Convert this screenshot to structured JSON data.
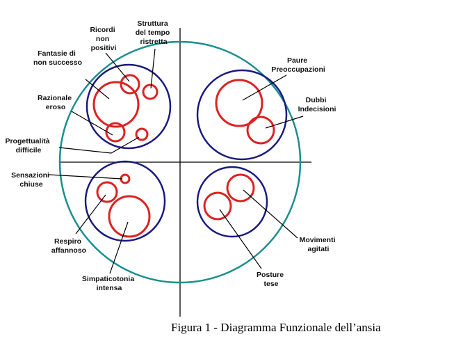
{
  "caption": "Figura 1 - Diagramma Funzionale dell’ansia",
  "colors": {
    "outer_circle": "#1a8e8e",
    "quadrant_circle": "#1a1a80",
    "inner_circle": "#dd2222",
    "axis": "#000000",
    "leader": "#000000"
  },
  "labels": {
    "ricordi": [
      "Ricordi",
      "non",
      "positivi"
    ],
    "struttura": [
      "Struttura",
      "del tempo",
      "ristretta"
    ],
    "fantasie": [
      "Fantasie di",
      "non successo"
    ],
    "razionale": [
      "Razionale",
      "eroso"
    ],
    "progettualita": [
      "Progettualità",
      "difficile"
    ],
    "paure": [
      "Paure",
      "Preoccupazioni"
    ],
    "dubbi": [
      "Dubbi",
      "Indecisioni"
    ],
    "sensazioni": [
      "Sensazioni",
      "chiuse"
    ],
    "respiro": [
      "Respiro",
      "affannoso"
    ],
    "simpaticotonia": [
      "Simpaticotonia",
      "intensa"
    ],
    "movimenti": [
      "Movimenti",
      "agitati"
    ],
    "posture": [
      "Posture",
      "tese"
    ]
  }
}
